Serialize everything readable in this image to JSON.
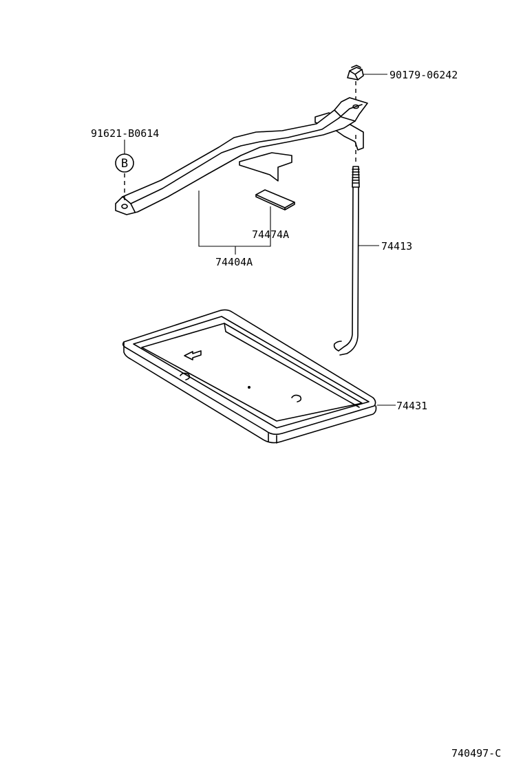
{
  "parts": {
    "bolt": "90179-06242",
    "clamp_bolt": "91621-B0614",
    "clamp_bolt_marker": "B",
    "clamp_assy": "74404A",
    "clamp_pad": "74474A",
    "hold_down_rod": "74413",
    "battery_tray": "74431"
  },
  "diagram_id": "740497-C"
}
